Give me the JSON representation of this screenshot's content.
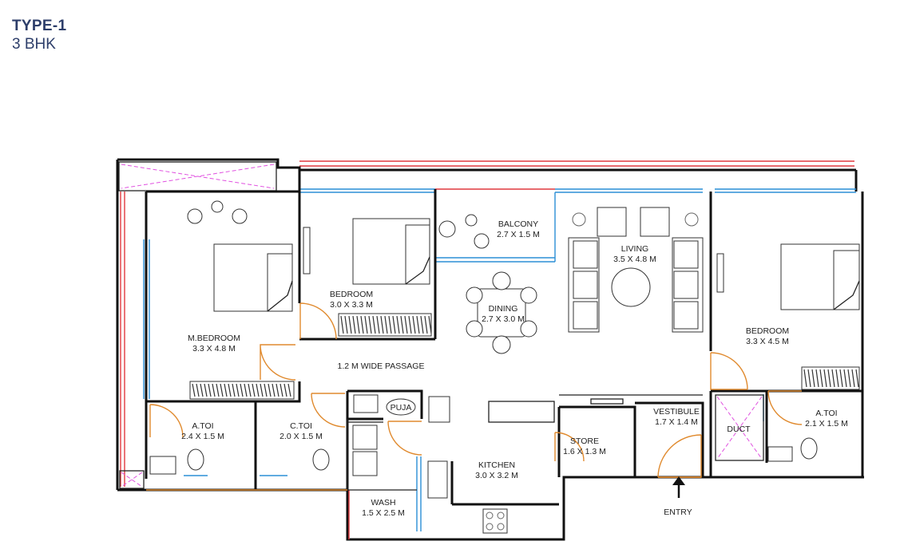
{
  "header": {
    "type": "TYPE-1",
    "config": "3 BHK"
  },
  "rooms": {
    "m_bedroom": {
      "name": "M.BEDROOM",
      "size": "3.3 X 4.8 M"
    },
    "bedroom1": {
      "name": "BEDROOM",
      "size": "3.0 X 3.3 M"
    },
    "balcony": {
      "name": "BALCONY",
      "size": "2.7 X 1.5 M"
    },
    "dining": {
      "name": "DINING",
      "size": "2.7 X 3.0 M"
    },
    "living": {
      "name": "LIVING",
      "size": "3.5 X 4.8 M"
    },
    "bedroom2": {
      "name": "BEDROOM",
      "size": "3.3 X 4.5 M"
    },
    "passage": {
      "name": "1.2 M WIDE PASSAGE"
    },
    "atoi1": {
      "name": "A.TOI",
      "size": "2.4 X 1.5 M"
    },
    "ctoi": {
      "name": "C.TOI",
      "size": "2.0 X 1.5 M"
    },
    "puja": {
      "name": "PUJA"
    },
    "kitchen": {
      "name": "KITCHEN",
      "size": "3.0 X 3.2 M"
    },
    "wash": {
      "name": "WASH",
      "size": "1.5 X 2.5 M"
    },
    "store": {
      "name": "STORE",
      "size": "1.6 X 1.3 M"
    },
    "vestibule": {
      "name": "VESTIBULE",
      "size": "1.7 X 1.4 M"
    },
    "duct": {
      "name": "DUCT"
    },
    "atoi2": {
      "name": "A.TOI",
      "size": "2.1 X 1.5 M"
    }
  },
  "entry": {
    "label": "ENTRY"
  },
  "colors": {
    "title": "#2d3e6a",
    "window": "#2b8fd6",
    "railing": "#e0393e",
    "door": "#e08a2e",
    "shaft": "#e050e0"
  }
}
